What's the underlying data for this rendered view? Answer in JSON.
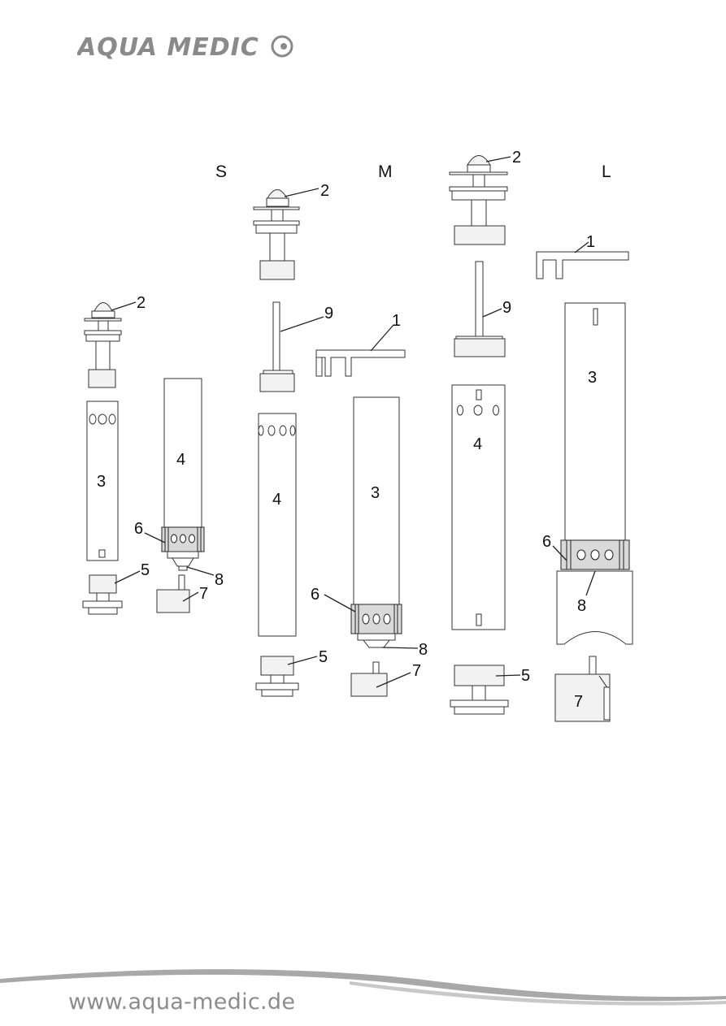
{
  "brand": {
    "logo_text": "AQUA MEDIC"
  },
  "sizes": {
    "s": "S",
    "m": "M",
    "l": "L"
  },
  "labels": {
    "s": {
      "p2": "2",
      "p3": "3",
      "p4": "4",
      "p5": "5",
      "p6": "6",
      "p7": "7",
      "p8": "8"
    },
    "m": {
      "p1": "1",
      "p2": "2",
      "p3": "3",
      "p4": "4",
      "p5": "5",
      "p6": "6",
      "p7": "7",
      "p8": "8",
      "p9": "9"
    },
    "l": {
      "p1": "1",
      "p2": "2",
      "p3": "3",
      "p4": "4",
      "p5": "5",
      "p6": "6",
      "p7": "7",
      "p8": "8",
      "p9": "9"
    }
  },
  "footer": {
    "url": "www.aqua-medic.de"
  },
  "colors": {
    "logo": "#8a8a8a",
    "footer_text": "#8c8c8c",
    "swoosh": "#9e9e9e"
  }
}
